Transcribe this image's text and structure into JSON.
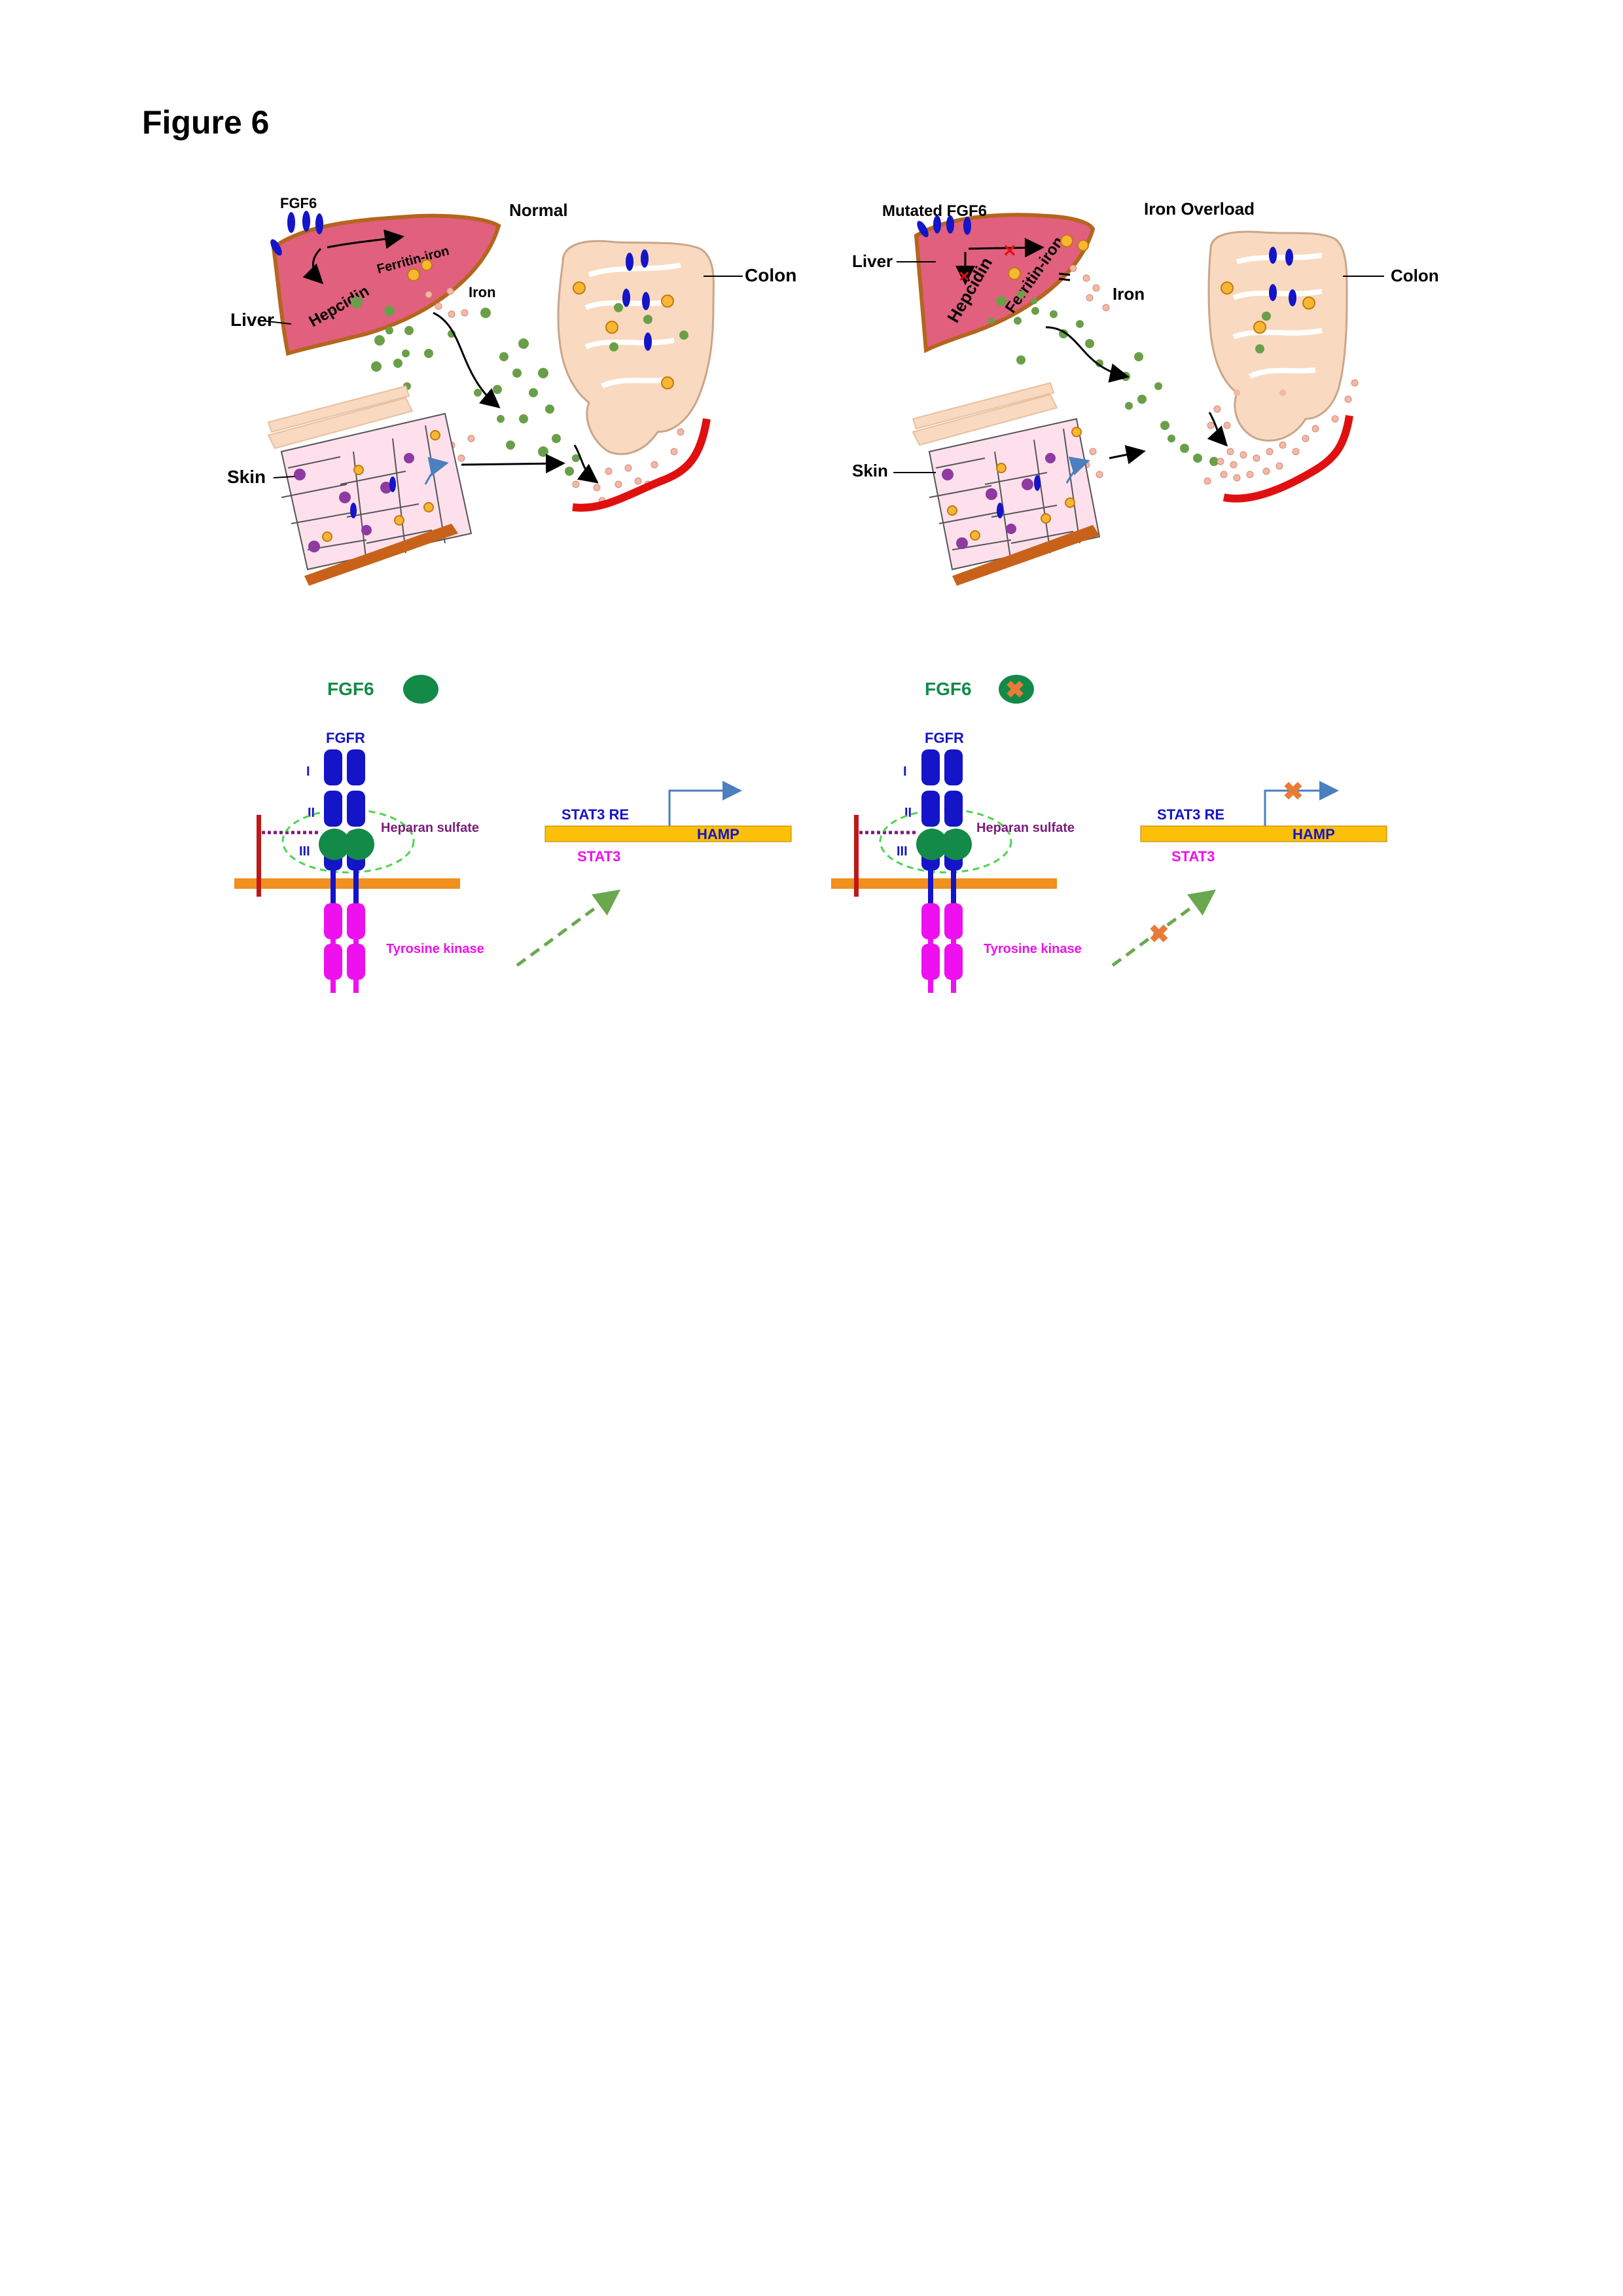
{
  "figure_title": "Figure 6",
  "top_left": {
    "panel_title": "Normal",
    "fgf6": "FGF6",
    "liver": "Liver",
    "hepcidin": "Hepcidin",
    "ferritin_iron": "Ferritin-iron",
    "iron": "Iron",
    "colon": "Colon",
    "skin": "Skin"
  },
  "top_right": {
    "panel_title": "Iron Overload",
    "fgf6": "Mutated FGF6",
    "liver": "Liver",
    "hepcidin": "Hepcidin",
    "ferritin_iron": "Ferritin-iron",
    "iron": "Iron",
    "colon": "Colon",
    "skin": "Skin"
  },
  "bottom_left": {
    "ligand": "FGF6",
    "receptor": "FGFR",
    "domain_1": "I",
    "domain_2": "II",
    "domain_3": "III",
    "heparan": "Heparan sulfate",
    "kinase": "Tyrosine kinase",
    "stat3_re": "STAT3 RE",
    "hamp": "HAMP",
    "stat3": "STAT3"
  },
  "bottom_right": {
    "ligand": "FGF6",
    "receptor": "FGFR",
    "domain_1": "I",
    "domain_2": "II",
    "domain_3": "III",
    "heparan": "Heparan sulfate",
    "kinase": "Tyrosine kinase",
    "stat3_re": "STAT3 RE",
    "hamp": "HAMP",
    "stat3": "STAT3"
  },
  "colors": {
    "liver": "#e0607e",
    "liver_edge": "#b5651d",
    "colon": "#f9d9bf",
    "iron_green": "#6a9f4a",
    "pink_dot": "#f2b8a8",
    "ferritin": "#f7b733",
    "fgf_blue": "#1414c8",
    "blood_red": "#e01010",
    "kinase_magenta": "#ee10ee",
    "membrane_orange": "#f0901e",
    "gene_yellow": "#fcc008",
    "fgf6_green": "#138a48",
    "block_orange": "#ea7a38"
  }
}
